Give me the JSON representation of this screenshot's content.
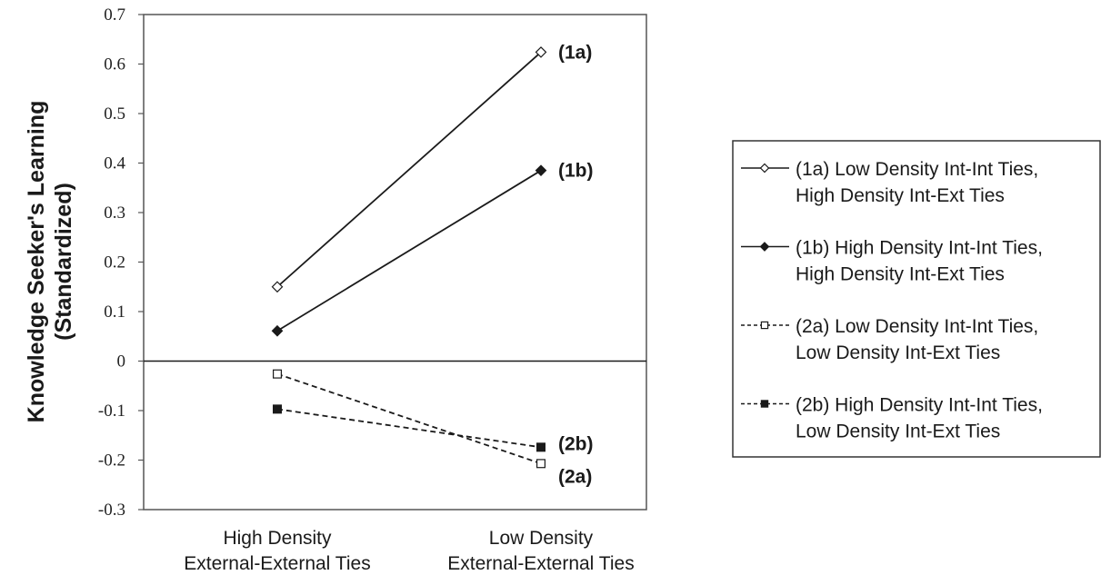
{
  "chart_data": {
    "type": "line",
    "title": "",
    "xlabel": "",
    "ylabel": "Knowledge Seeker's Learning (Standardized)",
    "ylabel_lines": [
      "Knowledge Seeker's Learning",
      "(Standardized)"
    ],
    "ylim": [
      -0.3,
      0.7
    ],
    "yticks": [
      "0.7",
      "0.6",
      "0.5",
      "0.4",
      "0.3",
      "0.2",
      "0.1",
      "0",
      "-0.1",
      "-0.2",
      "-0.3"
    ],
    "grid": false,
    "legend_position": "right",
    "categories": [
      [
        "High Density",
        "External-External Ties"
      ],
      [
        "Low Density",
        "External-External Ties"
      ]
    ],
    "series": [
      {
        "id": "1a",
        "name": "(1a) Low Density Int-Int Ties, High Density Int-Ext Ties",
        "legend_lines": [
          "(1a) Low Density Int-Int Ties,",
          "High Density Int-Ext Ties"
        ],
        "values": [
          0.15,
          0.624
        ],
        "line": "solid",
        "marker": "diamond-open",
        "point_label": "(1a)"
      },
      {
        "id": "1b",
        "name": "(1b) High Density Int-Int Ties, High Density Int-Ext Ties",
        "legend_lines": [
          "(1b) High Density Int-Int Ties,",
          "High Density Int-Ext Ties"
        ],
        "values": [
          0.061,
          0.385
        ],
        "line": "solid",
        "marker": "diamond-filled",
        "point_label": "(1b)"
      },
      {
        "id": "2a",
        "name": "(2a) Low Density Int-Int Ties, Low Density Int-Ext Ties",
        "legend_lines": [
          "(2a) Low Density Int-Int Ties,",
          "Low Density Int-Ext Ties"
        ],
        "values": [
          -0.026,
          -0.207
        ],
        "line": "dashed",
        "marker": "square-open",
        "point_label": "(2a)"
      },
      {
        "id": "2b",
        "name": "(2b) High Density Int-Int Ties, Low Density Int-Ext Ties",
        "legend_lines": [
          "(2b) High Density Int-Int Ties,",
          "Low Density Int-Ext Ties"
        ],
        "values": [
          -0.097,
          -0.174
        ],
        "line": "dashed",
        "marker": "square-filled",
        "point_label": "(2b)"
      }
    ]
  },
  "colors": {
    "line": "#1a1a1a",
    "axis": "#555555",
    "background": "#ffffff"
  }
}
